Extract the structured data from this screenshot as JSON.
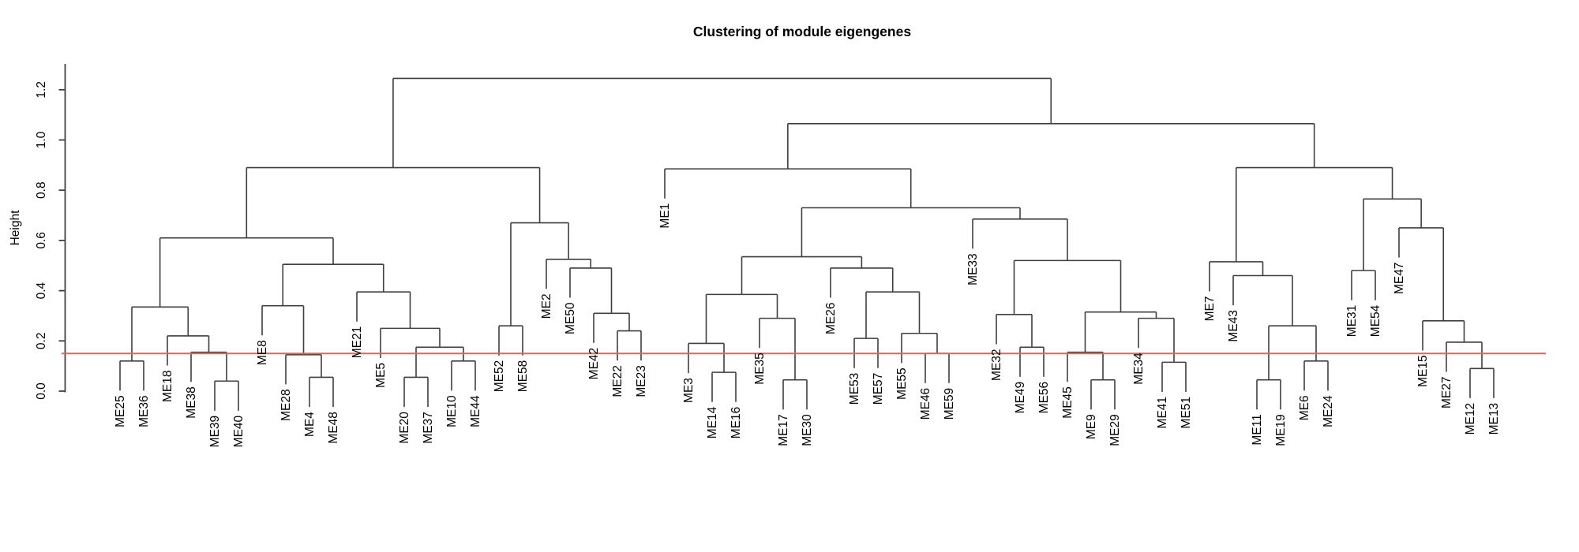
{
  "chart_data": {
    "type": "dendrogram",
    "title": "Clustering of module eigengenes",
    "ylabel": "Height",
    "ylim": [
      0,
      1.3
    ],
    "ytick_values": [
      0.0,
      0.2,
      0.4,
      0.6,
      0.8,
      1.0,
      1.2
    ],
    "ytick_labels": [
      "0.0",
      "0.2",
      "0.4",
      "0.6",
      "0.8",
      "1.0",
      "1.2"
    ],
    "grid": false,
    "legend": false,
    "cut_line": {
      "height": 0.15,
      "color": "#dd6464"
    },
    "branch_color": "#3f3f3f",
    "text_color": "#000000",
    "hang": 0.118,
    "leaves": [
      "ME25",
      "ME36",
      "ME18",
      "ME38",
      "ME39",
      "ME40",
      "ME8",
      "ME28",
      "ME4",
      "ME48",
      "ME21",
      "ME5",
      "ME20",
      "ME37",
      "ME10",
      "ME44",
      "ME52",
      "ME58",
      "ME2",
      "ME50",
      "ME42",
      "ME22",
      "ME23",
      "ME1",
      "ME3",
      "ME14",
      "ME16",
      "ME35",
      "ME17",
      "ME30",
      "ME26",
      "ME53",
      "ME57",
      "ME55",
      "ME46",
      "ME59",
      "ME33",
      "ME32",
      "ME49",
      "ME56",
      "ME45",
      "ME9",
      "ME29",
      "ME34",
      "ME41",
      "ME51",
      "ME7",
      "ME43",
      "ME11",
      "ME19",
      "ME6",
      "ME24",
      "ME31",
      "ME54",
      "ME47",
      "ME15",
      "ME27",
      "ME12",
      "ME13"
    ],
    "merges": [
      [
        "ME25",
        "ME36",
        0.12
      ],
      [
        "ME39",
        "ME40",
        0.04
      ],
      [
        "ME38",
        1,
        0.155
      ],
      [
        "ME18",
        2,
        0.22
      ],
      [
        0,
        3,
        0.335
      ],
      [
        "ME4",
        "ME48",
        0.055
      ],
      [
        "ME28",
        5,
        0.145
      ],
      [
        "ME8",
        6,
        0.34
      ],
      [
        "ME20",
        "ME37",
        0.055
      ],
      [
        "ME10",
        "ME44",
        0.12
      ],
      [
        8,
        9,
        0.175
      ],
      [
        "ME5",
        10,
        0.25
      ],
      [
        "ME21",
        11,
        0.395
      ],
      [
        7,
        12,
        0.505
      ],
      [
        4,
        13,
        0.61
      ],
      [
        "ME52",
        "ME58",
        0.26
      ],
      [
        "ME22",
        "ME23",
        0.24
      ],
      [
        "ME42",
        16,
        0.31
      ],
      [
        "ME50",
        17,
        0.49
      ],
      [
        "ME2",
        18,
        0.525
      ],
      [
        15,
        19,
        0.67
      ],
      [
        14,
        20,
        0.89
      ],
      [
        "ME14",
        "ME16",
        0.075
      ],
      [
        "ME3",
        22,
        0.19
      ],
      [
        "ME17",
        "ME30",
        0.045
      ],
      [
        "ME35",
        24,
        0.29
      ],
      [
        23,
        25,
        0.385
      ],
      [
        "ME53",
        "ME57",
        0.21
      ],
      [
        "ME46",
        "ME59",
        0.15
      ],
      [
        "ME55",
        28,
        0.23
      ],
      [
        27,
        29,
        0.395
      ],
      [
        "ME26",
        30,
        0.49
      ],
      [
        26,
        31,
        0.535
      ],
      [
        "ME49",
        "ME56",
        0.175
      ],
      [
        "ME32",
        33,
        0.305
      ],
      [
        "ME9",
        "ME29",
        0.045
      ],
      [
        "ME45",
        35,
        0.155
      ],
      [
        "ME41",
        "ME51",
        0.115
      ],
      [
        "ME34",
        37,
        0.29
      ],
      [
        36,
        38,
        0.315
      ],
      [
        34,
        39,
        0.52
      ],
      [
        "ME33",
        40,
        0.685
      ],
      [
        32,
        41,
        0.73
      ],
      [
        "ME1",
        42,
        0.885
      ],
      [
        "ME11",
        "ME19",
        0.045
      ],
      [
        "ME6",
        "ME24",
        0.12
      ],
      [
        44,
        45,
        0.26
      ],
      [
        "ME43",
        46,
        0.46
      ],
      [
        "ME7",
        47,
        0.515
      ],
      [
        "ME31",
        "ME54",
        0.48
      ],
      [
        "ME12",
        "ME13",
        0.09
      ],
      [
        "ME27",
        50,
        0.195
      ],
      [
        "ME15",
        51,
        0.28
      ],
      [
        "ME47",
        52,
        0.65
      ],
      [
        49,
        53,
        0.765
      ],
      [
        48,
        54,
        0.89
      ],
      [
        43,
        55,
        1.065
      ],
      [
        21,
        56,
        1.245
      ]
    ]
  }
}
